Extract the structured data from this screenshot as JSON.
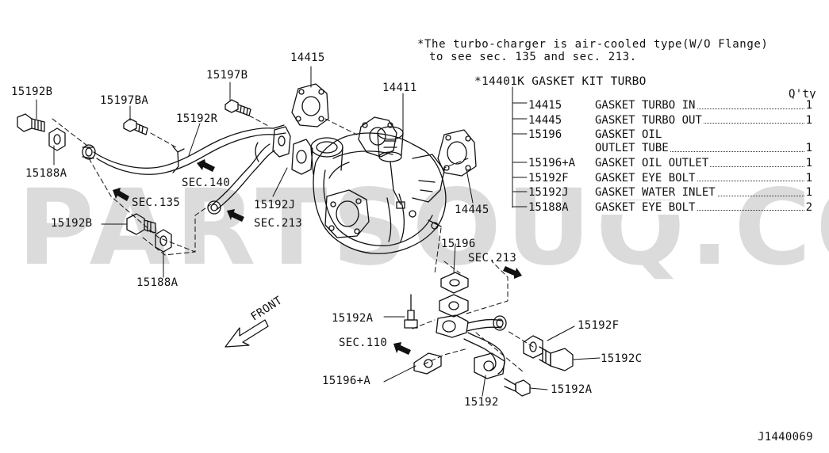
{
  "diagram_code": "J1440069",
  "watermark": "PARTSOUQ.COM",
  "note": {
    "line1": "*The turbo-charger is air-cooled type(W/O Flange)",
    "line2": "to see sec. 135 and sec. 213."
  },
  "kit": {
    "title": "*14401K GASKET KIT TURBO",
    "qty_header": "Q'ty",
    "items": [
      {
        "part": "14415",
        "desc": "GASKET TURBO IN",
        "qty": "1"
      },
      {
        "part": "14445",
        "desc": "GASKET TURBO OUT",
        "qty": "1"
      },
      {
        "part": "15196",
        "desc": "GASKET OIL",
        "desc2": "OUTLET TUBE",
        "qty": "1"
      },
      {
        "part": "15196+A",
        "desc": "GASKET OIL OUTLET",
        "qty": "1"
      },
      {
        "part": "15192F",
        "desc": "GASKET EYE BOLT",
        "qty": "1"
      },
      {
        "part": "15192J",
        "desc": "GASKET WATER INLET",
        "qty": "1"
      },
      {
        "part": "15188A",
        "desc": "GASKET EYE BOLT",
        "qty": "2"
      }
    ]
  },
  "callouts": {
    "p14415": "14415",
    "p14411": "14411",
    "p15197B": "15197B",
    "p15197BA": "15197BA",
    "p15192R": "15192R",
    "p15192B_top": "15192B",
    "p15188A_top": "15188A",
    "sec140": "SEC.140",
    "sec135": "SEC.135",
    "p15192J": "15192J",
    "sec213_left": "SEC.213",
    "p14445": "14445",
    "p15192B_bot": "15192B",
    "p15188A_bot": "15188A",
    "p15196": "15196",
    "sec213_right": "SEC.213",
    "p15192A_top": "15192A",
    "sec110": "SEC.110",
    "p15196A": "15196+A",
    "p15192F": "15192F",
    "p15192C": "15192C",
    "p15192A_bot": "15192A",
    "p15192": "15192",
    "front": "FRONT"
  }
}
